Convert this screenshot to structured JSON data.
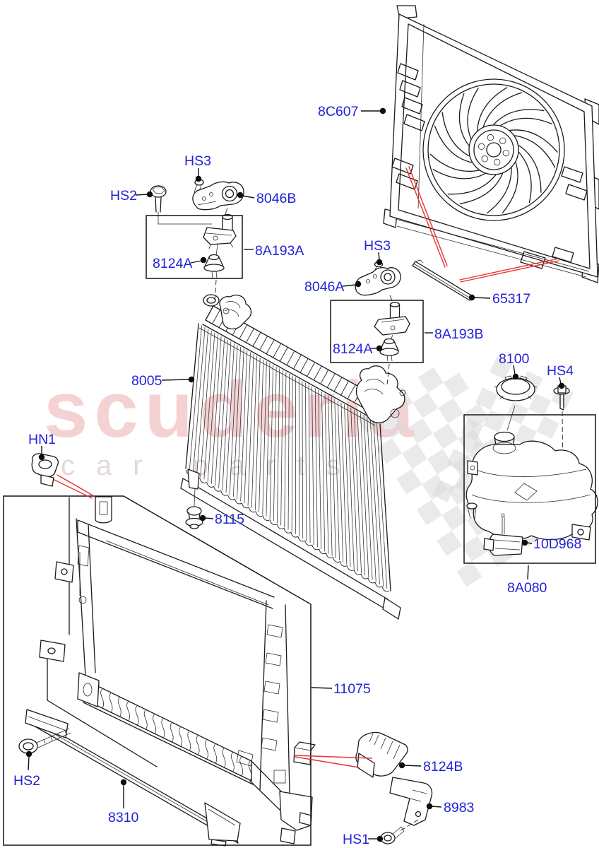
{
  "page": {
    "type": "exploded-parts-diagram",
    "subject": "Radiator, cooling fan shroud and expansion tank",
    "background_color": "#ffffff"
  },
  "watermark": {
    "brand": "scuderia",
    "tagline": "car parts",
    "brand_color": "#f2c6c9",
    "tagline_color": "#e3d6d6",
    "flag_color": "#d8d8d8"
  },
  "diagram": {
    "label_color": "#2323d9",
    "line_color": "#1a1a1a",
    "highlight_color": "#e63333"
  },
  "callouts": [
    {
      "id": "8C607",
      "text": "8C607"
    },
    {
      "id": "HS3-top",
      "text": "HS3"
    },
    {
      "id": "HS2-top",
      "text": "HS2"
    },
    {
      "id": "8046B",
      "text": "8046B"
    },
    {
      "id": "8A193A",
      "text": "8A193A"
    },
    {
      "id": "8124A-1",
      "text": "8124A"
    },
    {
      "id": "8005",
      "text": "8005"
    },
    {
      "id": "HN1",
      "text": "HN1"
    },
    {
      "id": "8115",
      "text": "8115"
    },
    {
      "id": "HS3-mid",
      "text": "HS3"
    },
    {
      "id": "8046A",
      "text": "8046A"
    },
    {
      "id": "8A193B",
      "text": "8A193B"
    },
    {
      "id": "8124A-2",
      "text": "8124A"
    },
    {
      "id": "65317",
      "text": "65317"
    },
    {
      "id": "8100",
      "text": "8100"
    },
    {
      "id": "HS4",
      "text": "HS4"
    },
    {
      "id": "10D968",
      "text": "10D968"
    },
    {
      "id": "8A080",
      "text": "8A080"
    },
    {
      "id": "11075",
      "text": "11075"
    },
    {
      "id": "8124B",
      "text": "8124B"
    },
    {
      "id": "8983",
      "text": "8983"
    },
    {
      "id": "HS1",
      "text": "HS1"
    },
    {
      "id": "HS2-bottom",
      "text": "HS2"
    },
    {
      "id": "8310",
      "text": "8310"
    }
  ]
}
